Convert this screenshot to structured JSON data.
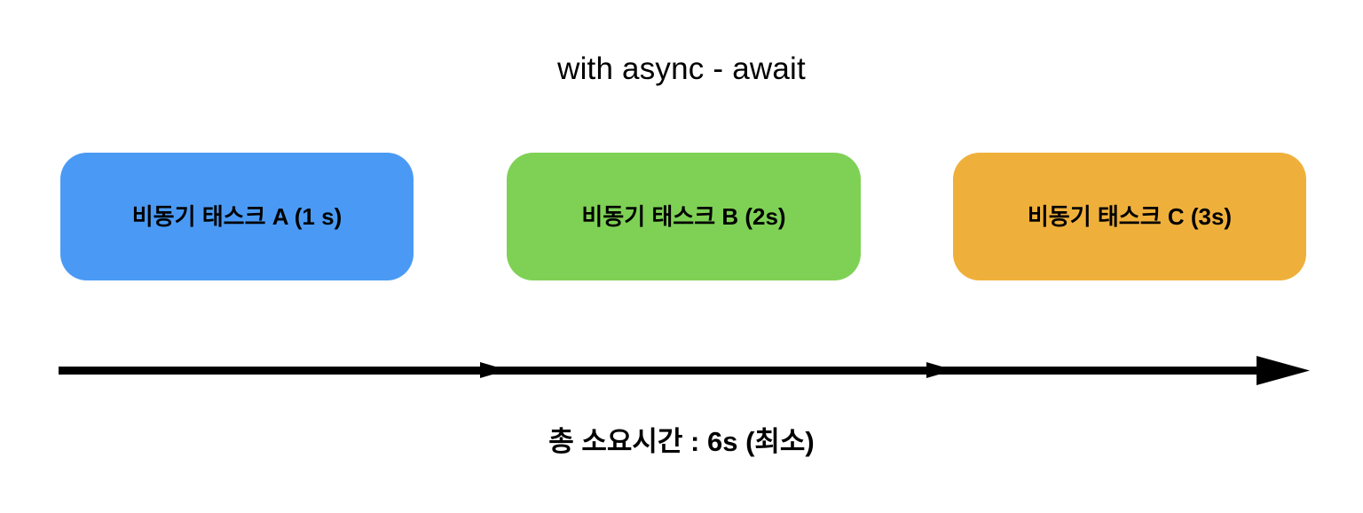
{
  "diagram": {
    "title": "with async - await",
    "background_color": "#ffffff",
    "text_color": "#000000",
    "arrow_color": "#000000",
    "tasks": [
      {
        "label": "비동기 태스크 A (1 s)",
        "name": "task-a",
        "duration": "1 s",
        "color": "#4a9af5"
      },
      {
        "label": "비동기 태스크 B (2s)",
        "name": "task-b",
        "duration": "2s",
        "color": "#7ed155"
      },
      {
        "label": "비동기 태스크 C (3s)",
        "name": "task-c",
        "duration": "3s",
        "color": "#efb03b"
      }
    ],
    "connectors": [
      {
        "from": "task-a",
        "to": "task-b",
        "style": "solid-arrow"
      },
      {
        "from": "task-b",
        "to": "task-c",
        "style": "solid-arrow"
      }
    ],
    "timeline": {
      "name": "time-axis-arrow",
      "direction": "right",
      "style": "solid-arrow"
    },
    "total_time_caption": "총 소요시간 : 6s (최소)"
  }
}
